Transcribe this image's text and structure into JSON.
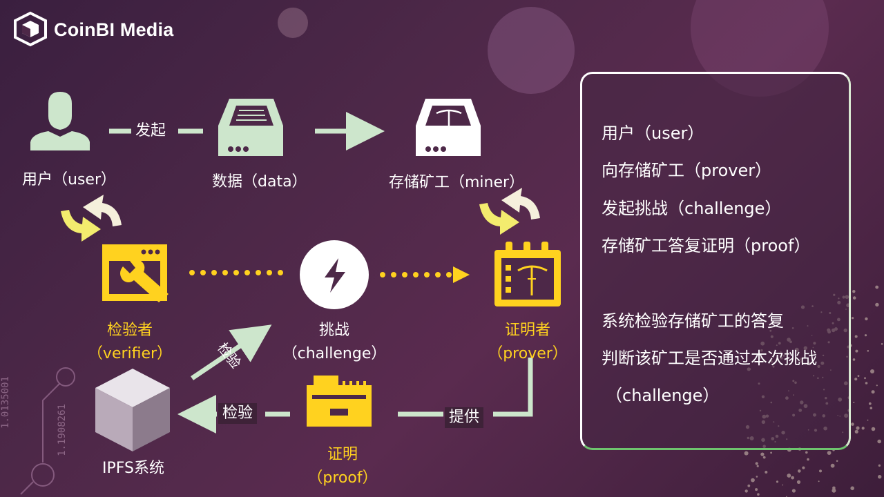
{
  "brand": {
    "name": "CoinBI Media"
  },
  "colors": {
    "accent_yellow": "#ffd21f",
    "mint": "#cde6cc",
    "background": "#4d2848"
  },
  "nodes": {
    "user": "用户（user）",
    "data": "数据（data）",
    "miner": "存储矿工（miner）",
    "verifier_name": "检验者",
    "verifier_en": "（verifier）",
    "challenge_name": "挑战",
    "challenge_en": "（challenge）",
    "prover_name": "证明者",
    "prover_en": "（prover）",
    "proof_name": "证明",
    "proof_en": "（proof）",
    "ipfs": "IPFS系统"
  },
  "edges": {
    "initiate": "发起",
    "verify_diag": "检验",
    "verify": "检验",
    "provide": "提供"
  },
  "panel": {
    "lines": [
      "用户（user）",
      "向存储矿工（prover）",
      "发起挑战（challenge）",
      "存储矿工答复证明（proof）",
      "系统检验存储矿工的答复",
      "判断该矿工是否通过本次挑战",
      "（challenge）"
    ]
  },
  "decor": {
    "code_a": "1.0135001",
    "code_b": "1.1908261"
  },
  "icons": [
    "user-icon",
    "inbox-icon",
    "miner-box-icon",
    "refresh-arrows-icon",
    "wrench-window-icon",
    "lightning-icon",
    "calendar-pickaxe-icon",
    "cube-icon",
    "factory-icon"
  ]
}
